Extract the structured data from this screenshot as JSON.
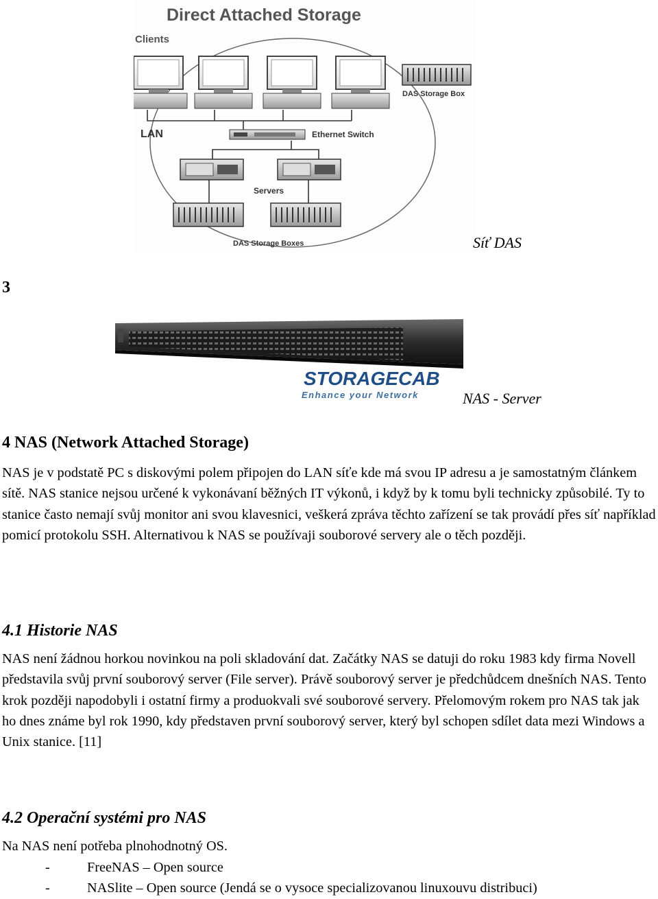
{
  "diagram": {
    "title": "Direct Attached Storage",
    "labels": {
      "clients": "Clients",
      "das_storage_box": "DAS Storage Box",
      "lan": "LAN",
      "ethernet_switch": "Ethernet Switch",
      "servers": "Servers",
      "das_storage_boxes": "DAS Storage Boxes"
    },
    "caption": "Síť DAS"
  },
  "page_number": "3",
  "server_figure": {
    "brand": "STORAGECAB",
    "tagline": "Enhance your Network",
    "caption": "NAS - Server"
  },
  "section_nas": {
    "heading": "4 NAS (Network Attached Storage)",
    "paragraph": "NAS je v podstatě PC s diskovými polem připojen do LAN síťe kde má svou IP adresu a je samostatným článkem sítě. NAS stanice nejsou určené k vykonávaní běžných IT výkonů, i když by k tomu byli technicky způsobilé. Ty to stanice často nemají svůj monitor ani svou klavesnici, veškerá zpráva těchto zařízení se tak provádí přes síť například pomicí protokolu SSH. Alternativou k NAS se používaji souborové servery ale o těch později."
  },
  "section_history": {
    "heading": "4.1 Historie NAS",
    "paragraph": "NAS není žádnou horkou novinkou na poli skladování dat. Začátky NAS se datuji do roku 1983 kdy firma Novell představila svůj první souborový server (File server). Právě souborový server je předchůdcem dnešních NAS. Tento krok později napodobyli i ostatní firmy a produokvali své souborové servery. Přelomovým rokem pro NAS tak jak ho dnes známe byl rok 1990, kdy představen první souborový server, který byl schopen sdílet data mezi Windows a Unix stanice. [11]"
  },
  "section_os": {
    "heading": "4.2 Operační systémi pro NAS",
    "intro": "Na NAS není potřeba plnohodnotný OS.",
    "items": [
      {
        "dash": "-",
        "text": "FreeNAS – Open source"
      },
      {
        "dash": "-",
        "text": "NASlite – Open source (Jendá se o vysoce specializovanou linuxouvu distribuci)"
      }
    ]
  }
}
